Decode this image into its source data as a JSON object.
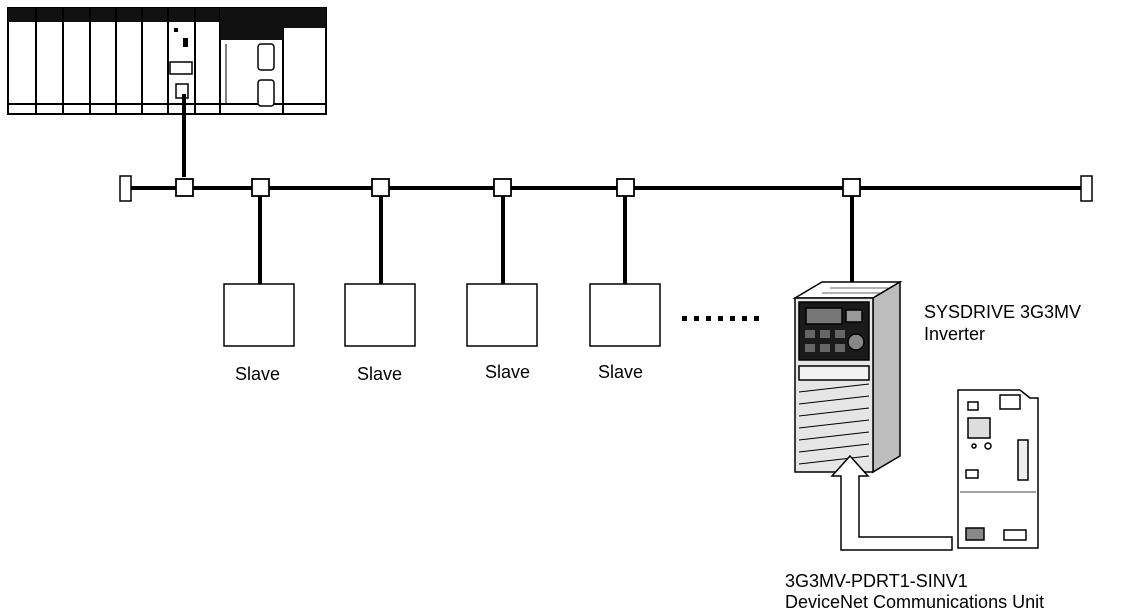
{
  "slaves": [
    {
      "label": "Slave"
    },
    {
      "label": "Slave"
    },
    {
      "label": "Slave"
    },
    {
      "label": "Slave"
    }
  ],
  "inverter": {
    "line1": "SYSDRIVE 3G3MV",
    "line2": "Inverter"
  },
  "comm_unit": {
    "line1": "3G3MV-PDRT1-SINV1",
    "line2": "DeviceNet Communications Unit"
  },
  "colors": {
    "line": "#000000",
    "device_fill": "#ffffff",
    "inverter_dark": "#1a1a1a",
    "panel_gray": "#cfcfcf"
  }
}
